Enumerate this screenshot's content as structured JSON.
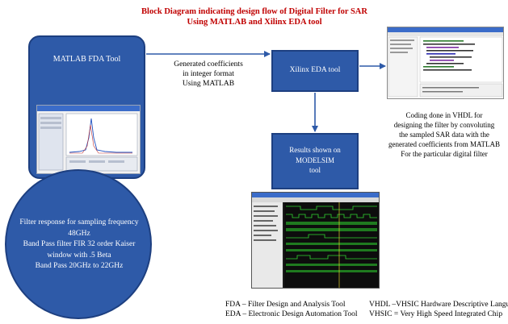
{
  "title": {
    "line1": "Block Diagram indicating design flow of Digital Filter for SAR",
    "line2": "Using MATLAB and Xilinx EDA tool"
  },
  "nodes": {
    "matlab": "MATLAB FDA Tool",
    "xilinx": "Xilinx EDA tool",
    "modelsim": {
      "line1": "Results shown on",
      "line2": "MODELSIM",
      "line3": "tool"
    }
  },
  "filter_info": {
    "line1": "Filter response for sampling frequency",
    "line2": "48GHz",
    "line3": "Band Pass filter FIR 32 order Kaiser",
    "line4": "window with .5 Beta",
    "line5": "Band Pass 20GHz to 22GHz"
  },
  "generated_label": {
    "line1": "Generated coefficients",
    "line2": "in integer format",
    "line3": "Using MATLAB"
  },
  "coding_note": {
    "line1": "Coding done in VHDL for",
    "line2": "designing the filter by convoluting",
    "line3": "the sampled SAR data with the",
    "line4": "generated coefficients from MATLAB",
    "line5": "For the particular digital filter"
  },
  "abbreviations": {
    "fda": "FDA – Filter Design and Analysis Tool",
    "eda": "EDA – Electronic Design Automation Tool",
    "vhdl": "VHDL –VHSIC Hardware Descriptive Language",
    "vhsic": "VHSIC = Very High Speed Integrated Chip"
  },
  "colors": {
    "box_fill": "#2e5aa8",
    "title": "#c00000",
    "arrow": "#2e5aa8"
  }
}
